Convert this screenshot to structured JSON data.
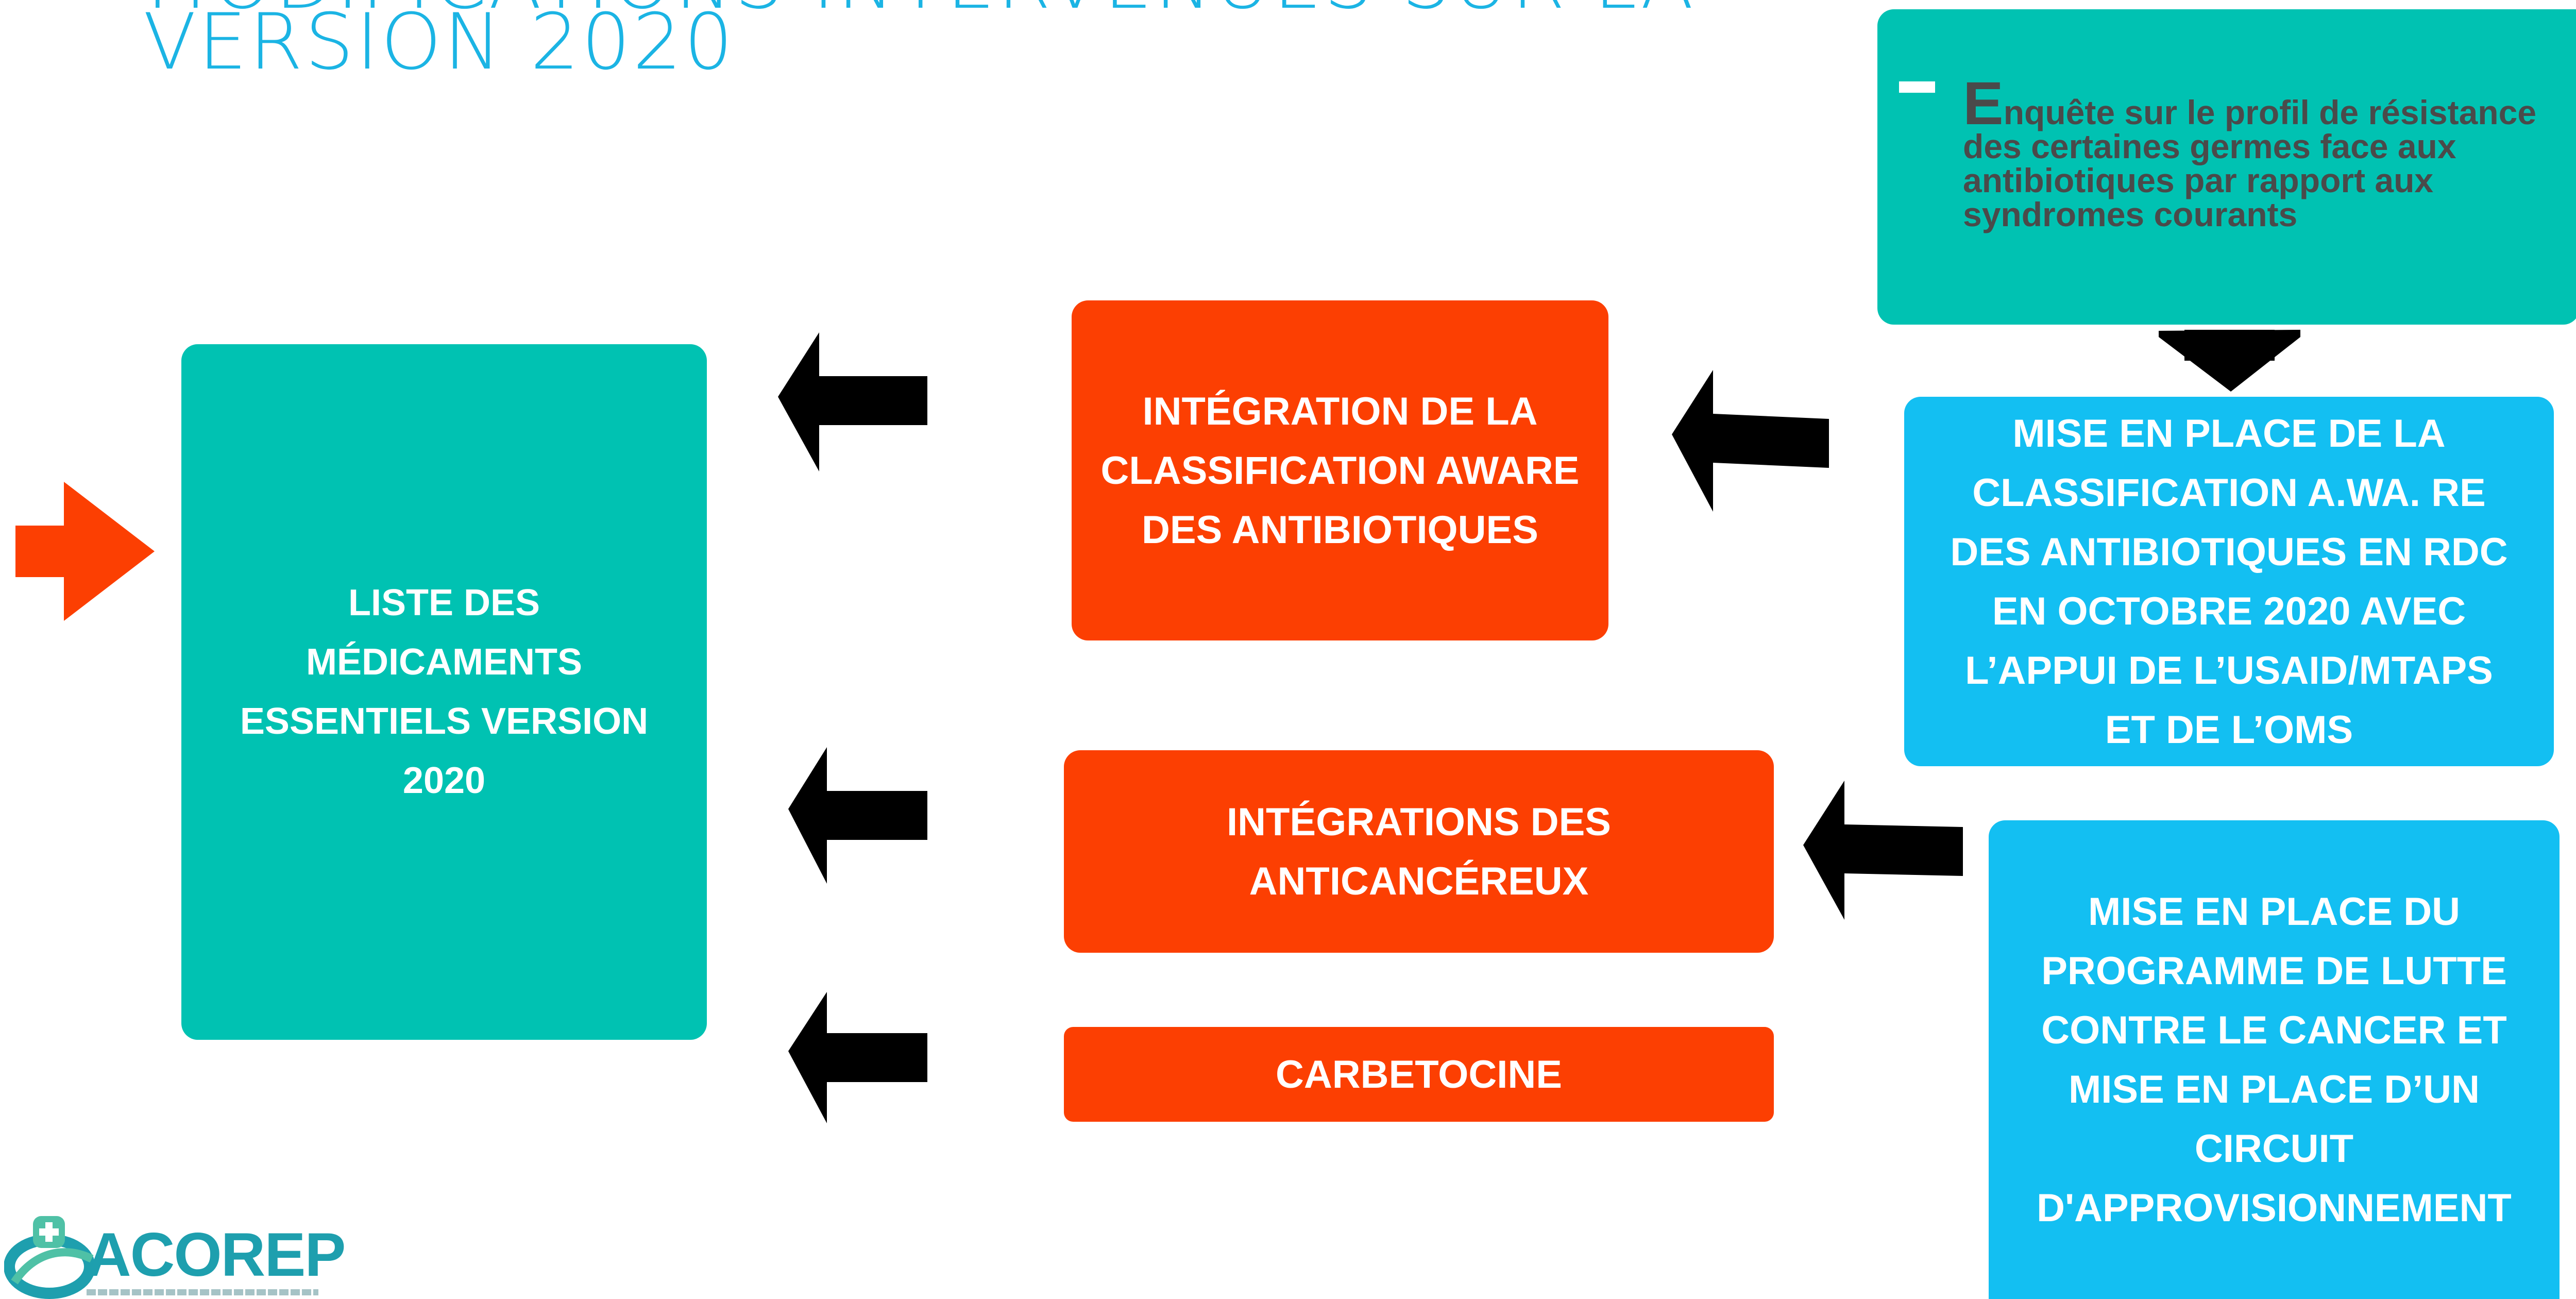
{
  "title": {
    "line1": "MODIFICATIONS INTERVENUES SUR LA",
    "line2": "VERSION 2020"
  },
  "boxes": {
    "list": {
      "lines": [
        "LISTE DES",
        "MÉDICAMENTS",
        "ESSENTIELS VERSION",
        "2020"
      ]
    },
    "aware": {
      "lines": [
        "INTÉGRATION DE LA",
        "CLASSIFICATION AWARE",
        "DES ANTIBIOTIQUES"
      ]
    },
    "anticancer": {
      "lines": [
        "INTÉGRATIONS DES",
        "ANTICANCÉREUX"
      ]
    },
    "carbetocine": {
      "lines": [
        "CARBETOCINE"
      ]
    },
    "survey": {
      "text": "Enquête sur le profil de résistance des certaines germes face aux antibiotiques par rapport aux syndromes courants"
    },
    "aware_rdc": {
      "lines": [
        "MISE EN PLACE DE LA",
        "CLASSIFICATION A.WA. RE",
        "DES ANTIBIOTIQUES EN RDC",
        "EN OCTOBRE 2020 AVEC",
        "L’APPUI DE L’USAID/MTAPS",
        "ET DE L’OMS"
      ]
    },
    "cancer_program": {
      "lines": [
        "MISE EN PLACE DU",
        "PROGRAMME DE LUTTE",
        "CONTRE LE CANCER ET",
        "MISE EN PLACE D’UN",
        "CIRCUIT",
        "D'APPROVISIONNEMENT"
      ]
    }
  },
  "logo": {
    "text": "ACOREP"
  },
  "colors": {
    "title": "#1bb4e4",
    "teal": "#00c2b2",
    "orange": "#fc3f02",
    "blue": "#13bff2",
    "arrow_black": "#000000",
    "arrow_orange": "#fc3f02"
  }
}
